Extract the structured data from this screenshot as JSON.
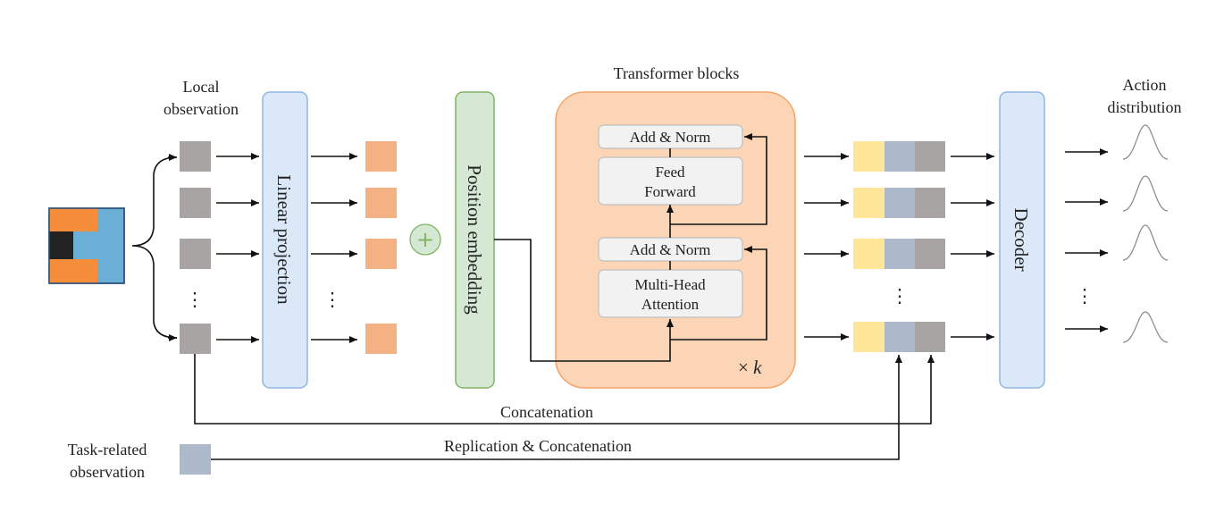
{
  "labels": {
    "local_observation": [
      "Local",
      "observation"
    ],
    "linear_projection": "Linear projection",
    "position_embedding": "Position embedding",
    "transformer_blocks": "Transformer blocks",
    "add_norm": "Add & Norm",
    "feed_forward": [
      "Feed",
      "Forward"
    ],
    "multi_head_attention": [
      "Multi-Head",
      "Attention"
    ],
    "repeat": "× k",
    "decoder": "Decoder",
    "action_distribution": [
      "Action",
      "distribution"
    ],
    "concatenation": "Concatenation",
    "replication_concatenation": "Replication & Concatenation",
    "task_related_observation": [
      "Task-related",
      "observation"
    ],
    "ellipsis": "⋮",
    "plus": "+"
  },
  "colors": {
    "gray_token": "#a8a4a4",
    "orange_token": "#f4b183",
    "yellow_token": "#ffe699",
    "blue_gray_token": "#adb9ca",
    "linear_fill": "#dae8f8",
    "linear_stroke": "#8fb6e0",
    "pos_fill": "#d5e8d4",
    "pos_stroke": "#82b366",
    "transformer_fill": "#fbd5b5",
    "transformer_stroke": "#f4a46a",
    "inner_fill": "#f2f2f2",
    "inner_stroke": "#bfbfbf"
  }
}
